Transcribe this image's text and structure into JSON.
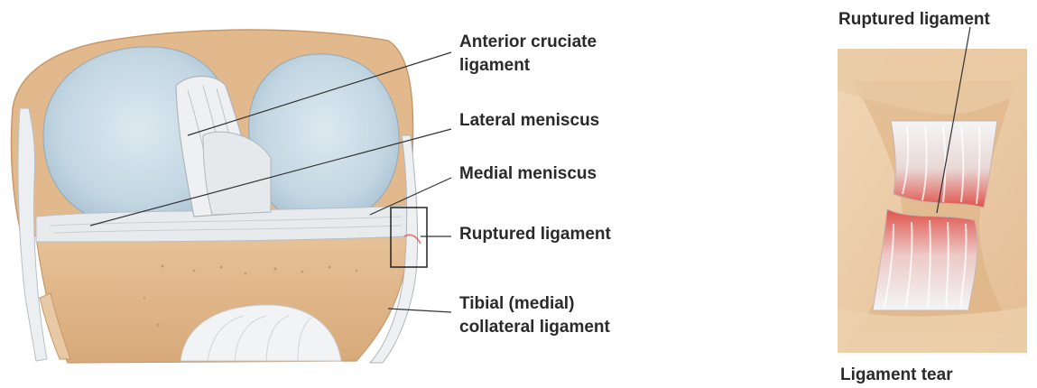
{
  "knee_diagram": {
    "labels": {
      "acl_line1": "Anterior cruciate",
      "acl_line2": "ligament",
      "lateral_meniscus": "Lateral meniscus",
      "medial_meniscus": "Medial meniscus",
      "ruptured_ligament": "Ruptured ligament",
      "tibial_line1": "Tibial (medial)",
      "tibial_line2": "collateral ligament"
    }
  },
  "tear_inset": {
    "top_label": "Ruptured ligament",
    "caption": "Ligament tear"
  },
  "colors": {
    "femur_blue": "#c9dbe6",
    "bone_tan": "#e2b98c",
    "ligament_white": "#eef0f2",
    "tear_red": "#e0524a",
    "inset_bg": "#e7c49c",
    "label_text": "#2a2a2a"
  }
}
